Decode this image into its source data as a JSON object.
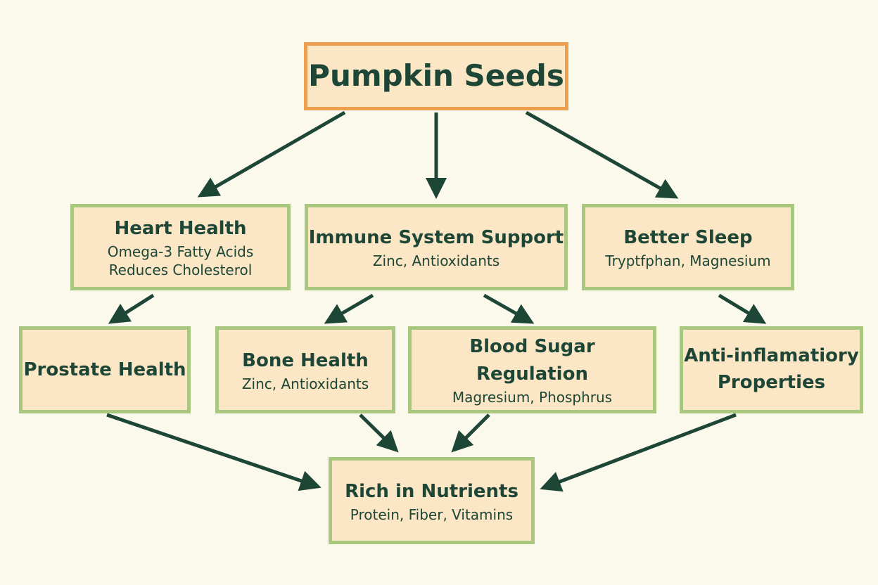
{
  "colors": {
    "background": "#fbf8ec",
    "box_fill": "#fbe6c6",
    "box_border": "#a9c77e",
    "root_border": "#ec9f4e",
    "text": "#1d4636",
    "arrow": "#1d4636"
  },
  "nodes": {
    "root": {
      "title": "Pumpkin Seeds"
    },
    "heart": {
      "title": "Heart Health",
      "lines": [
        "Omega-3 Fatty Acids",
        "Reduces Cholesterol"
      ]
    },
    "immune": {
      "title": "Immune System Support",
      "lines": [
        "Zinc, Antioxidants"
      ]
    },
    "sleep": {
      "title": "Better Sleep",
      "lines": [
        "Tryptfphan, Magnesium"
      ]
    },
    "prostate": {
      "title": "Prostate Health"
    },
    "bone": {
      "title": "Bone Health",
      "lines": [
        "Zinc, Antioxidants"
      ]
    },
    "blood": {
      "title": "Blood Sugar Regulation",
      "lines": [
        "Magresium, Phosphrus"
      ]
    },
    "anti": {
      "title_lines": [
        "Anti-inflamatiory",
        "Properties"
      ]
    },
    "nutrients": {
      "title": "Rich in Nutrients",
      "lines": [
        "Protein, Fiber, Vitamins"
      ]
    }
  },
  "edges": [
    {
      "from": "root",
      "to": "heart"
    },
    {
      "from": "root",
      "to": "immune"
    },
    {
      "from": "root",
      "to": "sleep"
    },
    {
      "from": "heart",
      "to": "prostate"
    },
    {
      "from": "immune",
      "to": "bone"
    },
    {
      "from": "immune",
      "to": "blood"
    },
    {
      "from": "sleep",
      "to": "anti"
    },
    {
      "from": "prostate",
      "to": "nutrients"
    },
    {
      "from": "bone",
      "to": "nutrients"
    },
    {
      "from": "blood",
      "to": "nutrients"
    },
    {
      "from": "anti",
      "to": "nutrients"
    }
  ]
}
